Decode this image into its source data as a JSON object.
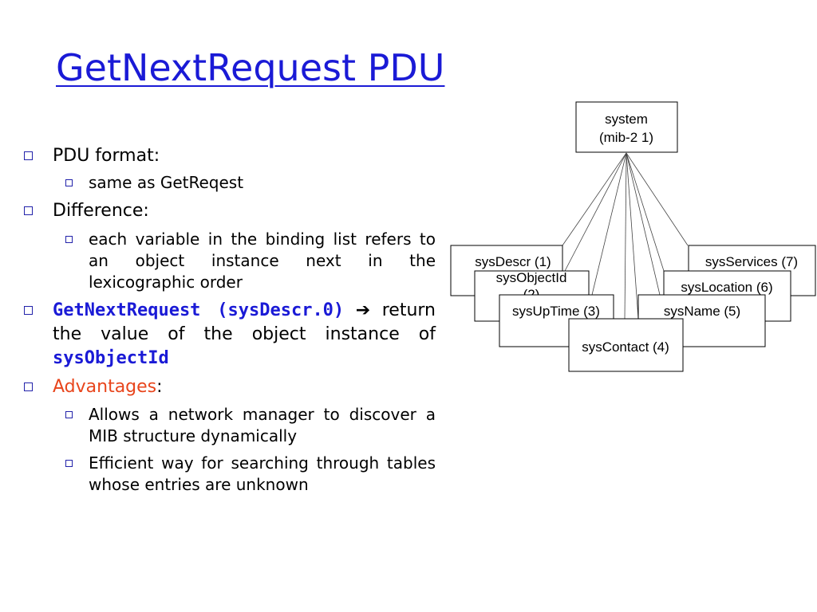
{
  "title": "GetNextRequest PDU",
  "bullets": {
    "b1": "PDU format:",
    "b1_sub1": "same as GetReqest",
    "b2": "Difference:",
    "b2_sub1": "each variable in the binding list refers to an object instance next in the lexicographic order",
    "b3_code": "GetNextRequest (sysDescr.0)",
    "b3_text": "➔ return the value of the object instance of",
    "b3_code2": "sysObjectId",
    "b4_colored": "Advantages",
    "b4_colon": ":",
    "b4_sub1": "Allows a network manager to discover a MIB structure dynamically",
    "b4_sub2": "Efficient way for searching through tables whose entries are unknown"
  },
  "diagram": {
    "root_line1": "system",
    "root_line2": "(mib-2 1)",
    "sysDescr": "sysDescr (1)",
    "sysObjectId_line1": "sysObjectId",
    "sysObjectId_line2": "(2)",
    "sysUpTime": "sysUpTime (3)",
    "sysContact": "sysContact (4)",
    "sysName": "sysName (5)",
    "sysLocation": "sysLocation (6)",
    "sysServices": "sysServices (7)"
  },
  "colors": {
    "title": "#1a1ad6",
    "code": "#1a1ad6",
    "advantages": "#e8451c"
  }
}
